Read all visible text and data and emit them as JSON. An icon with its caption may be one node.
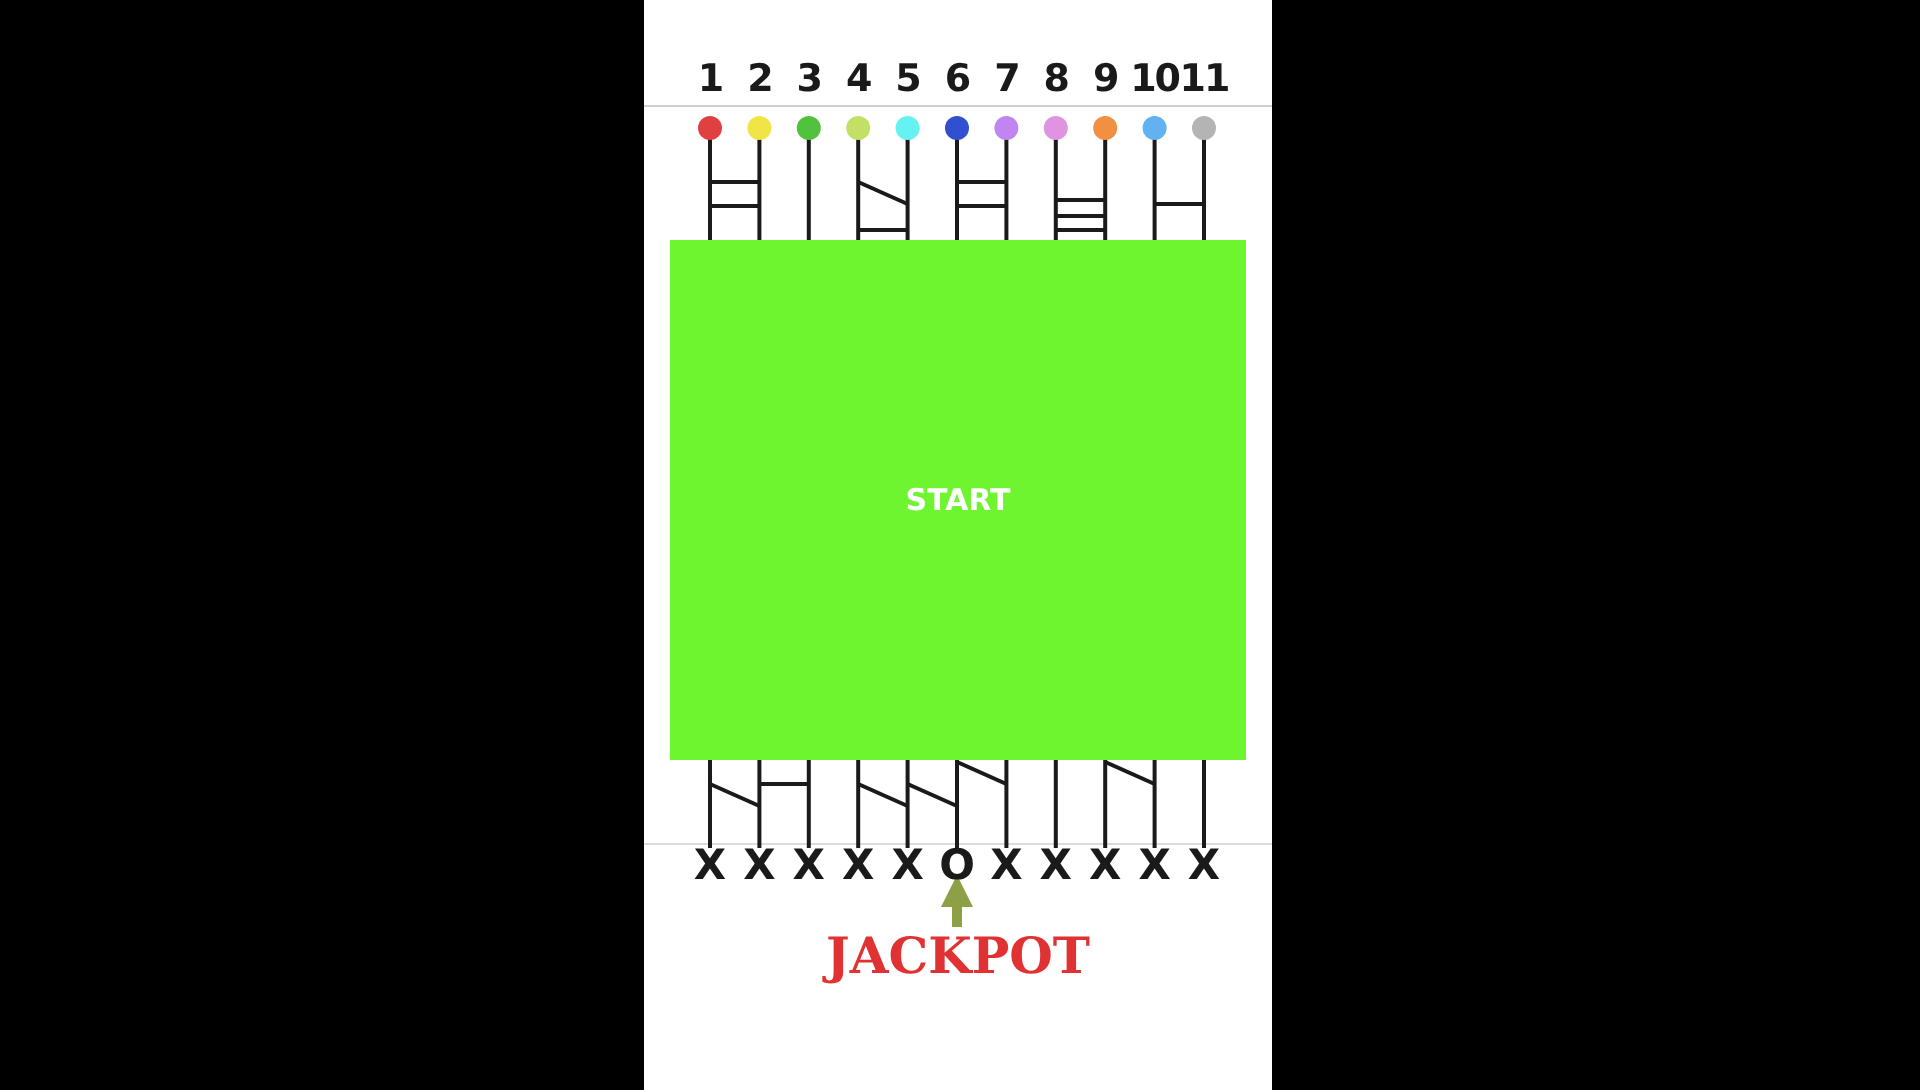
{
  "diagram": {
    "nodes": [
      {
        "text": [
          "START"
        ]
      },
      {
        "text": [
          "O"
        ]
      },
      {
        "text": [
          "JACKPOT"
        ]
      }
    ],
    "edges": [
      {
        "from": 2,
        "to": 1,
        "arrow": "to"
      }
    ],
    "labels": [
      "1",
      "2",
      "3",
      "4",
      "5",
      "6",
      "7",
      "8",
      "9",
      "10",
      "11",
      "X",
      "X",
      "X",
      "X",
      "X",
      "X",
      "X",
      "X",
      "X",
      "X"
    ]
  }
}
